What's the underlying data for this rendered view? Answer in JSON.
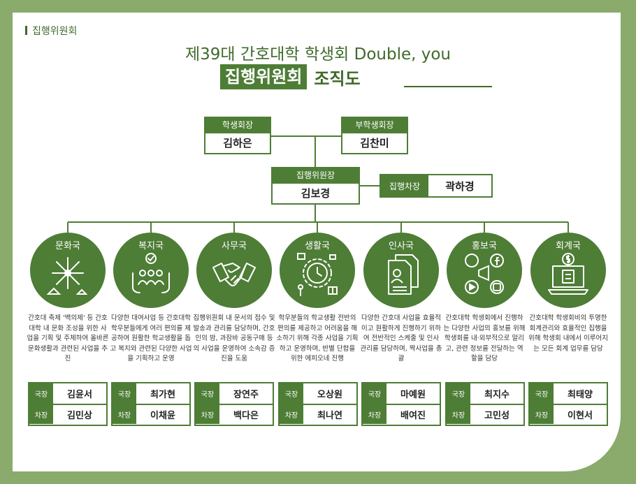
{
  "section_label": "집행위원회",
  "title_line1": "제39대 간호대학 학생회 Double, you",
  "title_line2_highlight": "집행위원회",
  "title_line2_rest": "조직도",
  "president": {
    "role": "학생회장",
    "name": "김하은"
  },
  "vice_president": {
    "role": "부학생회장",
    "name": "김찬미"
  },
  "exec_chair": {
    "role": "집행위원장",
    "name": "김보경"
  },
  "exec_vice": {
    "role": "집행차장",
    "name": "곽하경"
  },
  "departments": [
    {
      "name": "문화국",
      "icon": "firework-icon",
      "desc": "간호대 축제 '백의제' 등 간호대학 내 문화 조성을 위한 사업을 기획 및 주체하여 올바른 문화생활과 관련된 사업을 추진",
      "head_role": "국장",
      "head": "김윤서",
      "deputy_role": "차장",
      "deputy": "김민상"
    },
    {
      "name": "복지국",
      "icon": "group-check-icon",
      "desc": "다양한 대여사업 등 간호대학 학우분들에게 여러 편의를 제공하여 원활한 학교생활을 돕고 복지와 관련된 다양한 사업을 기획하고 운영",
      "head_role": "국장",
      "head": "최가현",
      "deputy_role": "차장",
      "deputy": "이채윤"
    },
    {
      "name": "사무국",
      "icon": "handshake-icon",
      "desc": "집행위원회 내 문서의 접수 및 발송과 관리를 담당하며, 간호인의 밤, 과잠바 공동구매 등의 사업을 운영하여 소속감 증진을 도움",
      "head_role": "국장",
      "head": "장연주",
      "deputy_role": "차장",
      "deputy": "백다은"
    },
    {
      "name": "생활국",
      "icon": "clock-life-icon",
      "desc": "학우분들의 학교생활 전반의 편의를 제공하고 어려움을 해소하기 위해 각종 사업을 기획하고 운영하며, 반별 단합을 위한 에피오네 진행",
      "head_role": "국장",
      "head": "오상원",
      "deputy_role": "차장",
      "deputy": "최나연"
    },
    {
      "name": "인사국",
      "icon": "document-person-icon",
      "desc": "다양한 간호대 사업을 효율적이고 원활하게 진행하기 위하여 전반적인 스케줄 및 인사 관리를 담당하며, 짝사업을 총괄",
      "head_role": "국장",
      "head": "마예원",
      "deputy_role": "차장",
      "deputy": "배여진"
    },
    {
      "name": "홍보국",
      "icon": "social-media-icon",
      "desc": "간호대학 학생회에서 진행하는 다양한 사업의 홍보를 위해 학생회를 내·외부적으로 알리고, 관련 정보를 전달하는 역할을 담당",
      "head_role": "국장",
      "head": "최지수",
      "deputy_role": "차장",
      "deputy": "고민성"
    },
    {
      "name": "회계국",
      "icon": "accounting-icon",
      "desc": "간호대학 학생회비의 투명한 회계관리와 효율적인 집행을 위해 학생회 내에서 이루어지는 모든 회계 업무를 담당",
      "head_role": "국장",
      "head": "최태양",
      "deputy_role": "차장",
      "deputy": "이현서"
    }
  ],
  "colors": {
    "primary": "#4e7d36",
    "frame": "#8aab6c",
    "title": "#3f6a2a"
  }
}
